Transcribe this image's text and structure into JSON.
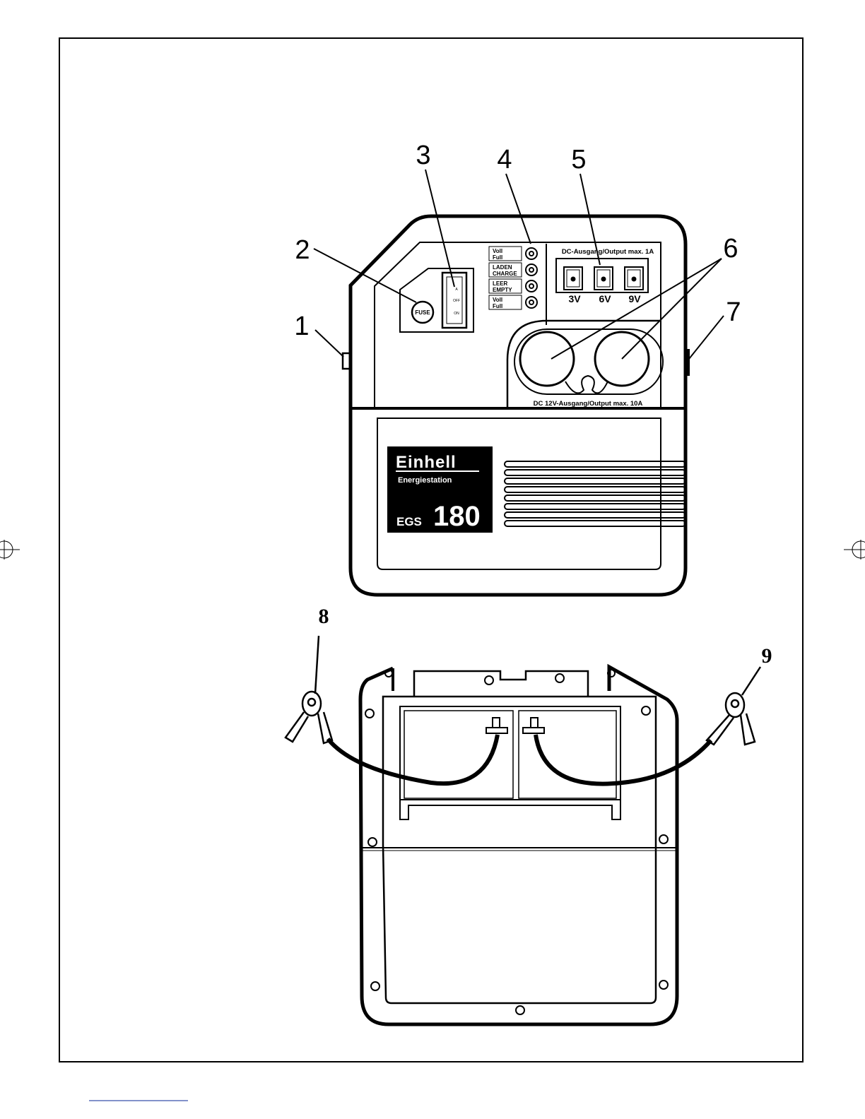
{
  "callouts": {
    "c1": "1",
    "c2": "2",
    "c3": "3",
    "c4": "4",
    "c5": "5",
    "c6": "6",
    "c7": "7",
    "c8": "8",
    "c9": "9"
  },
  "panel": {
    "fuse": "FUSE",
    "switch_positions": [
      "A",
      "OFF",
      "ON"
    ],
    "indicators": [
      {
        "line1": "Voll",
        "line2": "Full"
      },
      {
        "line1": "LADEN",
        "line2": "CHARGE"
      },
      {
        "line1": "LEER",
        "line2": "EMPTY"
      },
      {
        "line1": "Voll",
        "line2": "Full"
      }
    ],
    "dc_output_title": "DC-Ausgang/Output max. 1A",
    "voltages": [
      "3V",
      "6V",
      "9V"
    ],
    "dc12_title": "DC 12V-Ausgang/Output max. 10A"
  },
  "label": {
    "brand": "Einhell",
    "subtitle": "Energiestation",
    "model_prefix": "EGS",
    "model_number": "180"
  }
}
